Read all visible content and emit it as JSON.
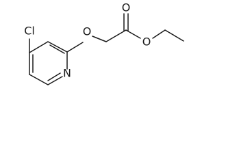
{
  "structure": {
    "atoms": {
      "chlorine": "Cl",
      "pyridine_nitrogen": "N",
      "ether_oxygen": "O",
      "carbonyl_oxygen": "O",
      "ester_oxygen": "O"
    }
  },
  "colors": {
    "bond": "#1a1a1a",
    "label": "#1a1a1a",
    "background": "#ffffff"
  }
}
